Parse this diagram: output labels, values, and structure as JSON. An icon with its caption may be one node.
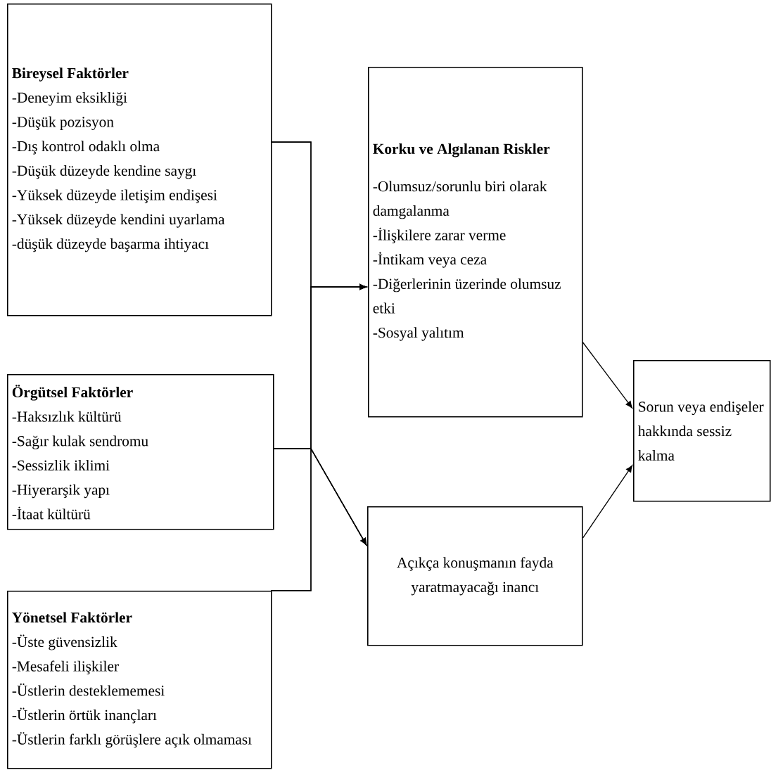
{
  "diagram": {
    "nodes": [
      {
        "text": [
          "Bireysel Faktörler",
          "-Deneyim eksikliği",
          "-Düşük pozisyon",
          "-Dış kontrol odaklı olma",
          "-Düşük düzeyde kendine saygı",
          "-Yüksek düzeyde iletişim endişesi",
          "-Yüksek düzeyde kendini uyarlama",
          "-düşük düzeyde başarma ihtiyacı"
        ]
      },
      {
        "text": [
          "Örgütsel Faktörler",
          "-Haksızlık kültürü",
          "-Sağır kulak sendromu",
          "-Sessizlik iklimi",
          "-Hiyerarşik yapı",
          "-İtaat kültürü"
        ]
      },
      {
        "text": [
          "Yönetsel Faktörler",
          "-Üste güvensizlik",
          "-Mesafeli ilişkiler",
          "-Üstlerin desteklememesi",
          "-Üstlerin örtük inançları",
          "-Üstlerin farklı görüşlere açık olmaması"
        ]
      },
      {
        "text": [
          "Korku ve Algılanan Riskler",
          "-Olumsuz/sorunlu biri olarak damgalanma",
          "-İlişkilere zarar verme",
          "-İntikam veya ceza",
          "-Diğerlerinin üzerinde olumsuz etki",
          "-Sosyal yalıtım"
        ]
      },
      {
        "text": [
          "Açıkça konuşmanın fayda yaratmayacağı inancı"
        ]
      },
      {
        "text": [
          "Sorun veya endişeler hakkında sessiz kalma"
        ]
      }
    ],
    "edges": [
      {
        "from": 0,
        "to": 3,
        "arrow": "to"
      },
      {
        "from": 1,
        "to": 3,
        "arrow": "to"
      },
      {
        "from": 2,
        "to": 3,
        "arrow": "to"
      },
      {
        "from": 0,
        "to": 4,
        "arrow": "to"
      },
      {
        "from": 1,
        "to": 4,
        "arrow": "to"
      },
      {
        "from": 2,
        "to": 4,
        "arrow": "to"
      },
      {
        "from": 3,
        "to": 5,
        "arrow": "to"
      },
      {
        "from": 4,
        "to": 5,
        "arrow": "to"
      }
    ]
  }
}
